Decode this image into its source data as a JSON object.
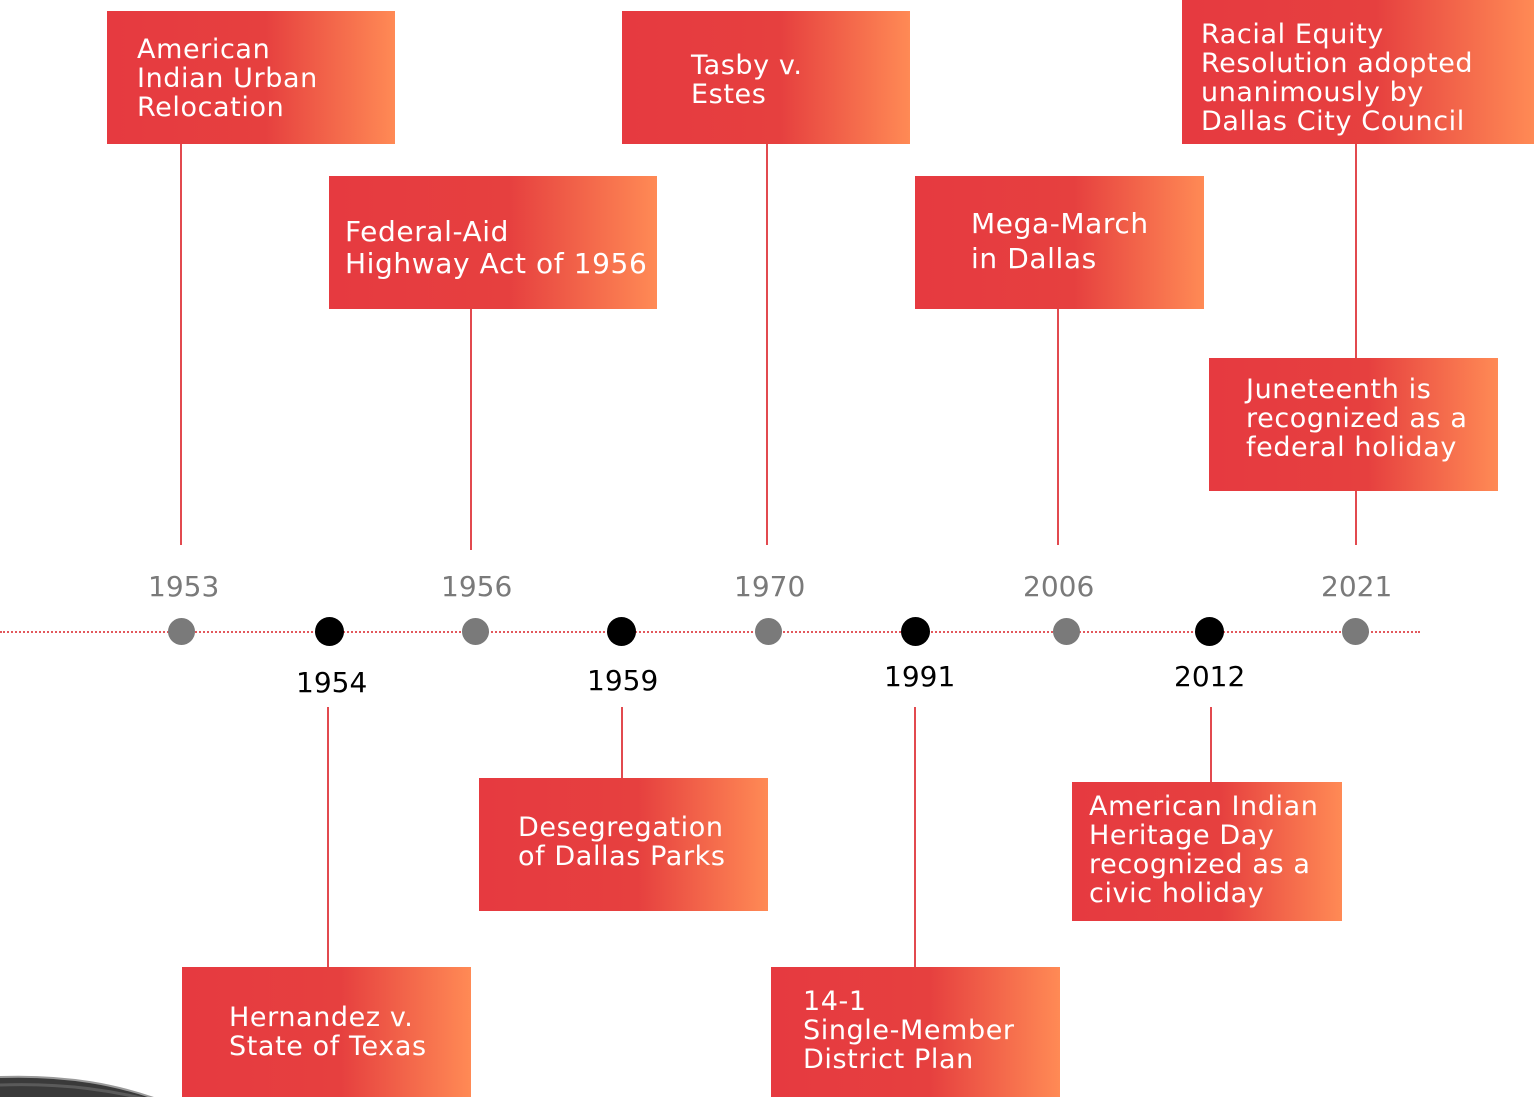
{
  "timeline": {
    "accent_start": "#e63a40",
    "accent_end": "#ff8a55",
    "line_color": "#e24a4f",
    "events": [
      {
        "year": "1953",
        "label": "American\nIndian Urban\nRelocation",
        "marker": "gray"
      },
      {
        "year": "1954",
        "label": "Hernandez v.\nState of Texas",
        "marker": "black"
      },
      {
        "year": "1956",
        "label": "Federal-Aid\nHighway Act of 1956",
        "marker": "gray"
      },
      {
        "year": "1959",
        "label": "Desegregation\nof Dallas Parks",
        "marker": "black"
      },
      {
        "year": "1970",
        "label": "Tasby v.\nEstes",
        "marker": "gray"
      },
      {
        "year": "1991",
        "label": "14-1\nSingle-Member\nDistrict Plan",
        "marker": "black"
      },
      {
        "year": "2006",
        "label": "Mega-March\nin Dallas",
        "marker": "gray"
      },
      {
        "year": "2012",
        "label": "American Indian\nHeritage Day\nrecognized as a\ncivic holiday",
        "marker": "black"
      },
      {
        "year": "2021",
        "label": "Racial Equity\nResolution adopted\nunanimously by\nDallas City Council",
        "marker": "gray"
      },
      {
        "year": "2021",
        "label": "Juneteenth is\nrecognized as a\nfederal holiday",
        "marker": "gray"
      }
    ]
  }
}
